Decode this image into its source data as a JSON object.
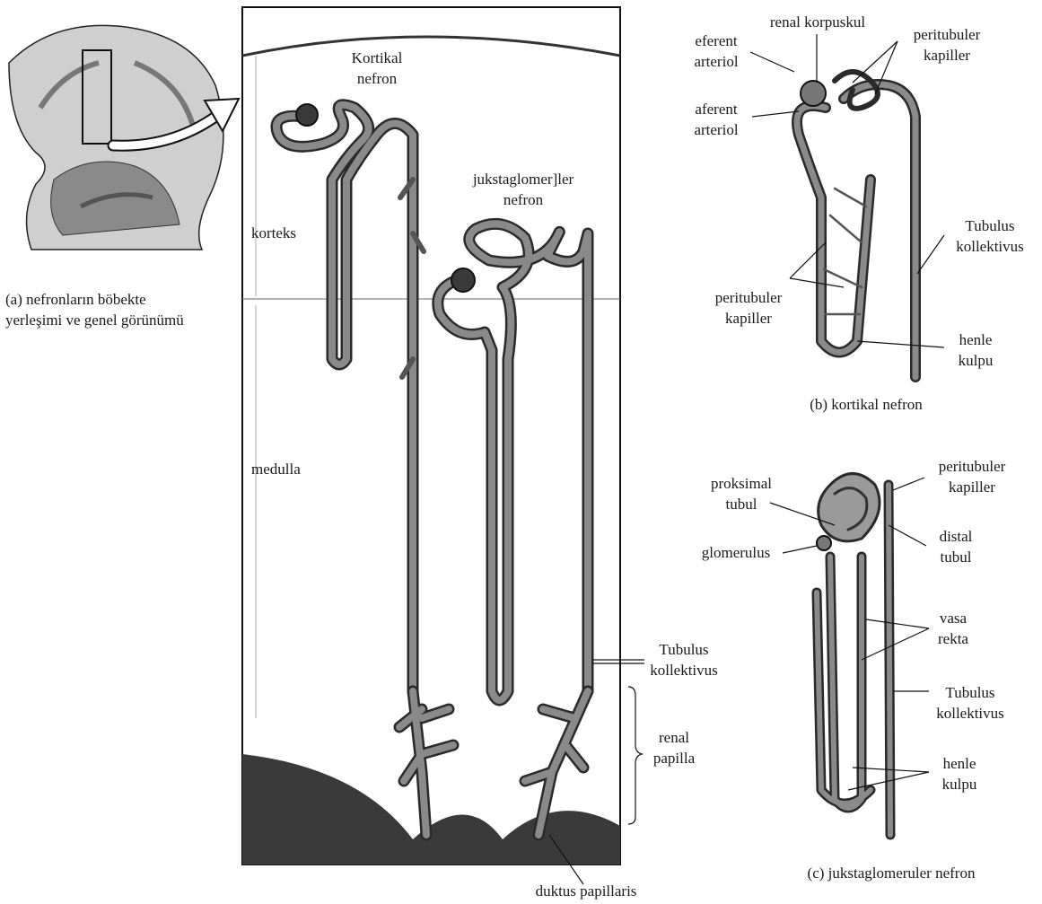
{
  "panel_a": {
    "caption_line1": "(a) nefronların böbekte",
    "caption_line2": "yerleşimi ve genel görünümü",
    "labels": {
      "korteks": "korteks",
      "medulla": "medulla",
      "kortikal_nefron_1": "Kortikal",
      "kortikal_nefron_2": "nefron",
      "juxta_1": "jukstaglomer]ler",
      "juxta_2": "nefron",
      "tubulus_1": "Tubulus",
      "tubulus_2": "kollektivus",
      "papilla_1": "renal",
      "papilla_2": "papilla",
      "duktus": "duktus papillaris"
    }
  },
  "panel_b": {
    "caption": "(b) kortikal nefron",
    "labels": {
      "renal_korpuskul": "renal korpuskul",
      "eferent_1": "eferent",
      "eferent_2": "arteriol",
      "aferent_1": "aferent",
      "aferent_2": "arteriol",
      "peritub_top_1": "peritubuler",
      "peritub_top_2": "kapiller",
      "peritub_mid_1": "peritubuler",
      "peritub_mid_2": "kapiller",
      "tubulus_1": "Tubulus",
      "tubulus_2": "kollektivus",
      "henle_1": "henle",
      "henle_2": "kulpu"
    }
  },
  "panel_c": {
    "caption": "(c) jukstaglomeruler nefron",
    "labels": {
      "proksimal_1": "proksimal",
      "proksimal_2": "tubul",
      "glomerulus": "glomerulus",
      "peritub_1": "peritubuler",
      "peritub_2": "kapiller",
      "distal_1": "distal",
      "distal_2": "tubul",
      "vasa_1": "vasa",
      "vasa_2": "rekta",
      "tubulus_1": "Tubulus",
      "tubulus_2": "kollektivus",
      "henle_1": "henle",
      "henle_2": "kulpu"
    }
  },
  "colors": {
    "line": "#1a1a1a",
    "tubule": "#6e6e6e",
    "tubule_edge": "#2a2a2a",
    "tissue": "#3a3a3a"
  }
}
